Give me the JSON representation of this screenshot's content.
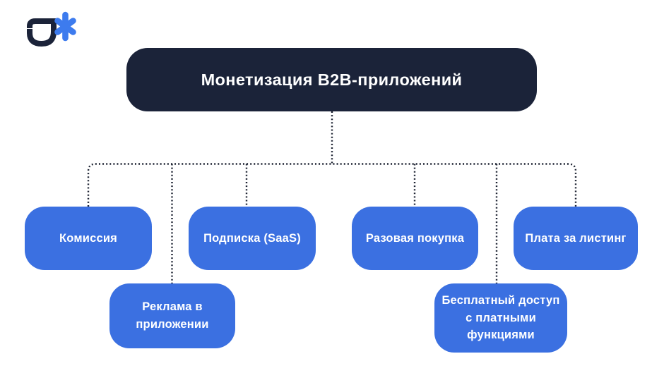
{
  "brand": {
    "logo": {
      "letter": "a",
      "mark": "asterisk"
    }
  },
  "colors": {
    "page_background": "#ffffff",
    "root_node_bg": "#1b2339",
    "child_node_bg": "#3b70e1",
    "node_text": "#ffffff",
    "connector_dots": "#1e2433",
    "logo_letter": "#1b2339",
    "logo_asterisk": "#3d7bee"
  },
  "diagram": {
    "root": {
      "label": "Монетизация B2B-приложений"
    },
    "children": [
      {
        "label": "Комиссия"
      },
      {
        "label": "Подписка (SaaS)"
      },
      {
        "label": "Разовая покупка"
      },
      {
        "label": "Плата за листинг"
      },
      {
        "label": "Реклама в приложении",
        "lines": [
          "Реклама в",
          "приложении"
        ]
      },
      {
        "label": "Бесплатный доступ с платными функциями",
        "lines": [
          "Бесплатный доступ",
          "с платными",
          "функциями"
        ]
      }
    ]
  }
}
